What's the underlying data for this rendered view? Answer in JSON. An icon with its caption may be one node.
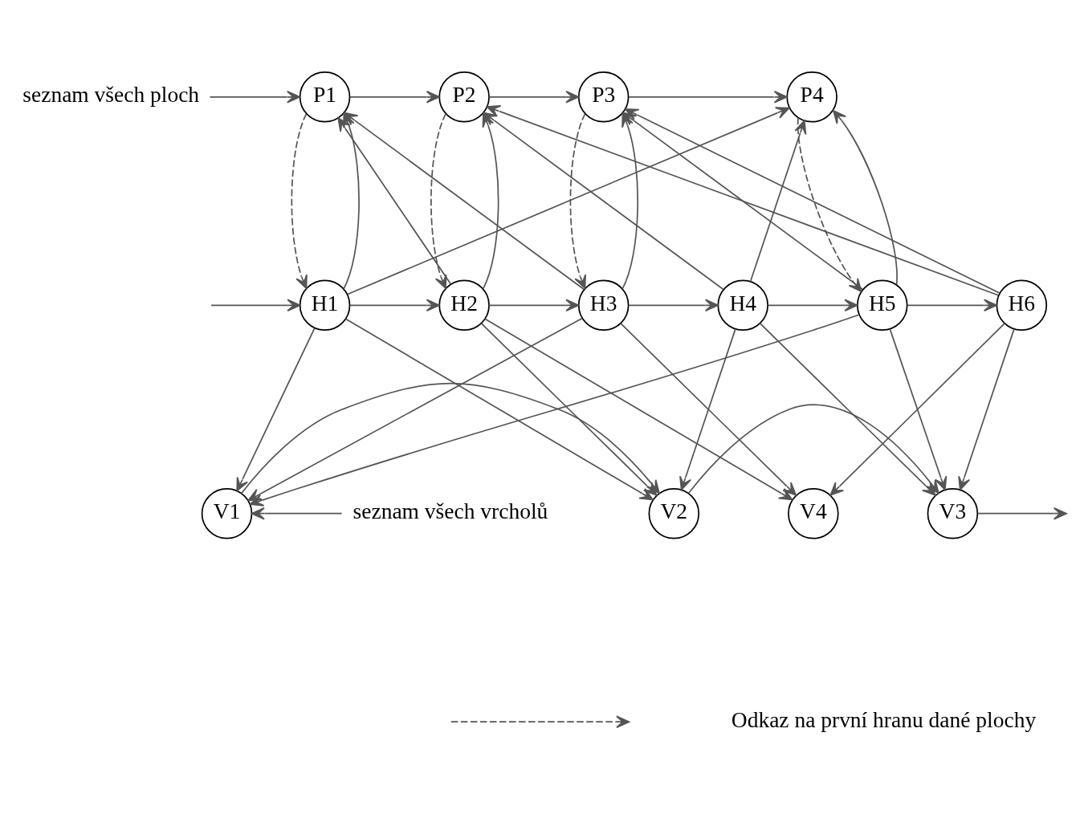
{
  "diagram": {
    "nodes": [
      {
        "text": [
          "seznam všech ploch"
        ]
      },
      {
        "text": [
          "P1"
        ]
      },
      {
        "text": [
          "P2"
        ]
      },
      {
        "text": [
          "P3"
        ]
      },
      {
        "text": [
          "P4"
        ]
      },
      {
        "text": [
          "H1"
        ]
      },
      {
        "text": [
          "H2"
        ]
      },
      {
        "text": [
          "H3"
        ]
      },
      {
        "text": [
          "H4"
        ]
      },
      {
        "text": [
          "H5"
        ]
      },
      {
        "text": [
          "H6"
        ]
      },
      {
        "text": [
          "V1"
        ]
      },
      {
        "text": [
          "V2"
        ]
      },
      {
        "text": [
          "V3"
        ]
      },
      {
        "text": [
          "V4"
        ]
      },
      {
        "text": [
          "seznam všech vrcholů"
        ]
      }
    ],
    "edges": [
      {
        "from": 0,
        "to": 1,
        "arrow": "to"
      },
      {
        "from": 1,
        "to": 2,
        "arrow": "to"
      },
      {
        "from": 2,
        "to": 3,
        "arrow": "to"
      },
      {
        "from": 3,
        "to": 4,
        "arrow": "to"
      },
      {
        "from": 1,
        "to": 5,
        "arrow": "to",
        "style": "dashed"
      },
      {
        "from": 2,
        "to": 6,
        "arrow": "to",
        "style": "dashed"
      },
      {
        "from": 3,
        "to": 7,
        "arrow": "to",
        "style": "dashed"
      },
      {
        "from": 4,
        "to": 9,
        "arrow": "to",
        "style": "dashed"
      },
      {
        "from": 5,
        "to": 1,
        "arrow": "to"
      },
      {
        "from": 5,
        "to": 4,
        "arrow": "to"
      },
      {
        "from": 6,
        "to": 1,
        "arrow": "to"
      },
      {
        "from": 6,
        "to": 2,
        "arrow": "to"
      },
      {
        "from": 7,
        "to": 1,
        "arrow": "to"
      },
      {
        "from": 7,
        "to": 3,
        "arrow": "to"
      },
      {
        "from": 8,
        "to": 2,
        "arrow": "to"
      },
      {
        "from": 8,
        "to": 4,
        "arrow": "to"
      },
      {
        "from": 9,
        "to": 3,
        "arrow": "to"
      },
      {
        "from": 9,
        "to": 4,
        "arrow": "to"
      },
      {
        "from": 10,
        "to": 2,
        "arrow": "to"
      },
      {
        "from": 10,
        "to": 3,
        "arrow": "to"
      },
      {
        "from": null,
        "to": 5,
        "arrow": "to"
      },
      {
        "from": 5,
        "to": 6,
        "arrow": "to"
      },
      {
        "from": 6,
        "to": 7,
        "arrow": "to"
      },
      {
        "from": 7,
        "to": 8,
        "arrow": "to"
      },
      {
        "from": 8,
        "to": 9,
        "arrow": "to"
      },
      {
        "from": 9,
        "to": 10,
        "arrow": "to"
      },
      {
        "from": 5,
        "to": 11,
        "arrow": "to"
      },
      {
        "from": 5,
        "to": 12,
        "arrow": "to"
      },
      {
        "from": 6,
        "to": 12,
        "arrow": "to"
      },
      {
        "from": 6,
        "to": 14,
        "arrow": "to"
      },
      {
        "from": 7,
        "to": 11,
        "arrow": "to"
      },
      {
        "from": 7,
        "to": 14,
        "arrow": "to"
      },
      {
        "from": 8,
        "to": 12,
        "arrow": "to"
      },
      {
        "from": 8,
        "to": 13,
        "arrow": "to"
      },
      {
        "from": 9,
        "to": 11,
        "arrow": "to"
      },
      {
        "from": 9,
        "to": 13,
        "arrow": "to"
      },
      {
        "from": 10,
        "to": 13,
        "arrow": "to"
      },
      {
        "from": 10,
        "to": 14,
        "arrow": "to"
      },
      {
        "from": 15,
        "to": 11,
        "arrow": "to"
      },
      {
        "from": 11,
        "to": 12,
        "arrow": "to"
      },
      {
        "from": 12,
        "to": 13,
        "arrow": "to"
      },
      {
        "from": 13,
        "to": null,
        "arrow": "to"
      }
    ],
    "legend": [
      {
        "text": "Odkaz na první hranu dané plochy"
      }
    ]
  }
}
